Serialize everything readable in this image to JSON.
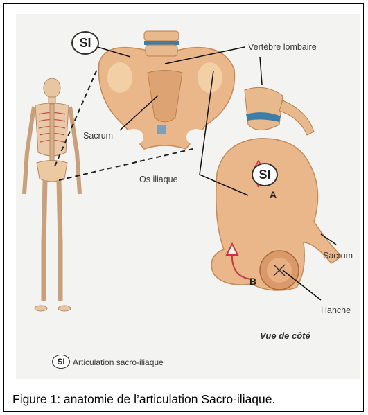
{
  "badges": {
    "si": "SI"
  },
  "labels": {
    "vertebre": "Vertèbre lombaire",
    "sacrum_front": "Sacrum",
    "os_iliaque": "Os iliaque",
    "sacrum_side": "Sacrum",
    "hanche": "Hanche",
    "vue": "Vue de côté",
    "a": "A",
    "b": "B"
  },
  "legend": {
    "text": "Articulation sacro-iliaque"
  },
  "caption": "Figure 1: anatomie de l’articulation Sacro-iliaque.",
  "colors": {
    "bone": "#e9b98a",
    "bone_dark": "#c98d5a",
    "disc": "#3c7ea8",
    "arrow": "#c43a3a",
    "background": "#f3f3f1"
  }
}
